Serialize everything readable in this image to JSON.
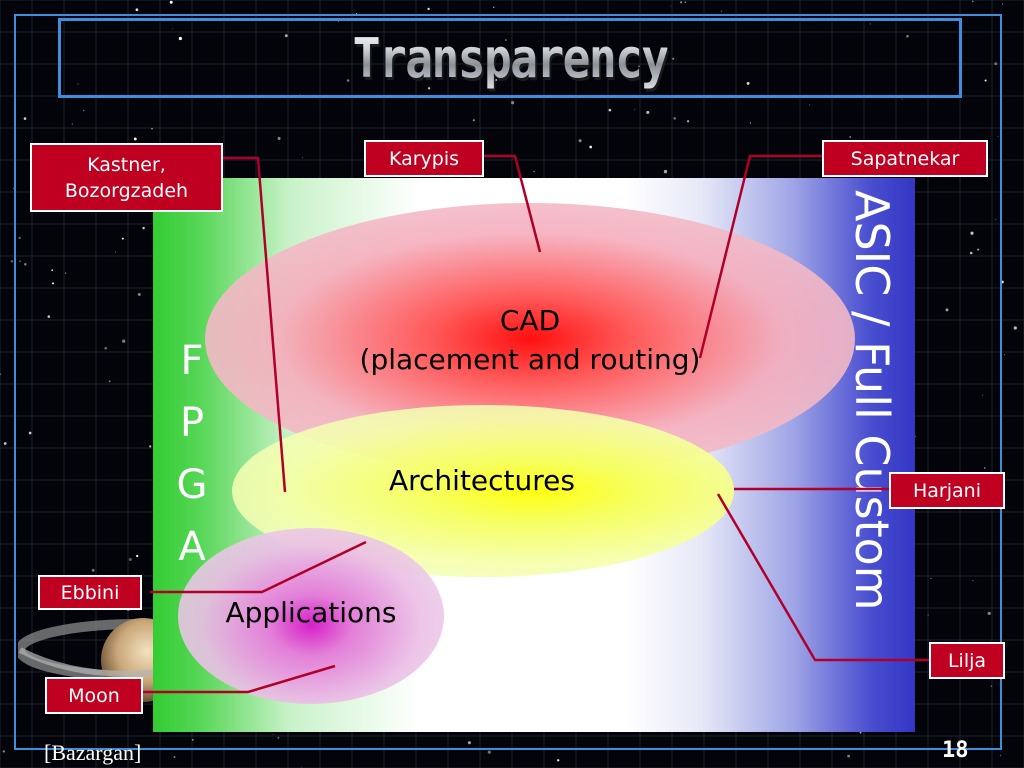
{
  "slide": {
    "title": "Transparency",
    "credit": "[Bazargan]",
    "page_number": "18"
  },
  "spectrum": {
    "left_label": "FPGA",
    "right_label": "ASIC / Full Custom",
    "left_color": "#33cc33",
    "right_color": "#3236c4"
  },
  "ellipses": {
    "cad": {
      "line1": "CAD",
      "line2": "(placement and routing)"
    },
    "architectures": "Architectures",
    "applications": "Applications"
  },
  "labels": {
    "kastner": "Kastner,\nBozorgzadeh",
    "karypis": "Karypis",
    "sapatnekar": "Sapatnekar",
    "harjani": "Harjani",
    "ebbini": "Ebbini",
    "moon": "Moon",
    "lilja": "Lilja"
  },
  "colors": {
    "label_bg": "#c00020",
    "connector": "#b0002a",
    "frame": "#3e8edb"
  }
}
